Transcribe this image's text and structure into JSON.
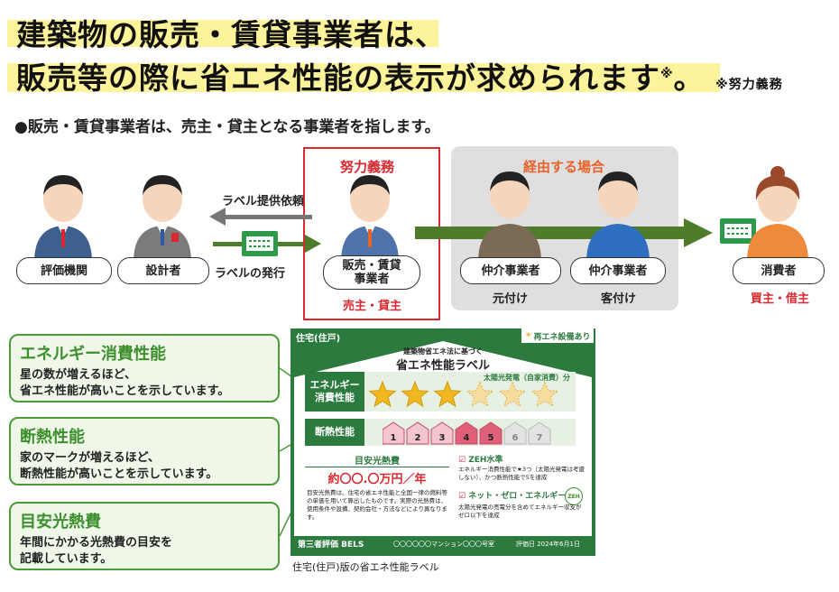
{
  "headline": {
    "line1": "建築物の販売・賃貸事業者は、",
    "line2": "販売等の際に省エネ性能の表示が求められます",
    "asterisk": "※",
    "period": "。",
    "note": "※努力義務"
  },
  "bullet": "●販売・賃貸事業者は、売主・貸主となる事業者を指します。",
  "flow": {
    "effort_title": "努力義務",
    "intermediary_title": "経由する場合",
    "request_label": "ラベル提供依頼",
    "issue_label": "ラベルの発行",
    "persons": [
      {
        "label": "評価機関"
      },
      {
        "label": "設計者"
      },
      {
        "label": "販売・賃貸\n事業者",
        "sub": "売主・貸主"
      },
      {
        "label": "仲介事業者",
        "sub": "元付け"
      },
      {
        "label": "仲介事業者",
        "sub": "客付け"
      },
      {
        "label": "消費者",
        "sub": "買主・借主"
      }
    ]
  },
  "callouts": [
    {
      "title": "エネルギー消費性能",
      "desc1": "星の数が増えるほど、",
      "desc2": "省エネ性能が高いことを示しています。"
    },
    {
      "title": "断熱性能",
      "desc1": "家のマークが増えるほど、",
      "desc2": "断熱性能が高いことを示しています。"
    },
    {
      "title": "目安光熱費",
      "desc1": "年間にかかる光熱費の目安を",
      "desc2": "記載しています。"
    }
  ],
  "label_card": {
    "housing_type": "住宅(住戸)",
    "renewable": "再エネ設備あり",
    "subtitle": "建築物省エネ法に基づく",
    "title": "省エネ性能ラベル",
    "energy_row": "エネルギー\n消費性能",
    "solar_note": "太陽光発電（自家消費）分",
    "stars_total": 6,
    "stars_filled": 3,
    "insulation_row": "断熱性能",
    "insulation_levels": [
      "1",
      "2",
      "3",
      "4",
      "5",
      "6",
      "7"
    ],
    "insulation_filled": 5,
    "cost_title": "目安光熱費",
    "cost_value": "約〇〇.〇万円／年",
    "cost_desc": "目安光熱費は、住宅の省エネ性能と全国一律の燃料等の単価を用いて算出したものです。実際の光熱費は、使用条件や設備、契約会社・方法などにより異なります。",
    "zeh_title": "ZEH水準",
    "zeh_desc": "エネルギー消費性能で★3つ（太陽光発電は考慮しない）、かつ断熱性能で5を達成",
    "netzero_title": "ネット・ゼロ・エネルギー",
    "netzero_badge": "ZEH",
    "netzero_desc": "太陽光発電の売電分を含めてエネルギー収支がゼロ以下を達成",
    "footer_left": "第三者評価 BELS",
    "footer_mid": "〇〇〇〇〇〇マンション〇〇〇号室",
    "footer_right": "評価日 2024年6月1日"
  },
  "caption": "住宅(住戸)版の省エネ性能ラベル",
  "colors": {
    "green": "#2d7a3f",
    "red": "#d9282f",
    "orange": "#e8632b",
    "highlight": "#fdf39b",
    "arrow": "#4f7c2b"
  }
}
